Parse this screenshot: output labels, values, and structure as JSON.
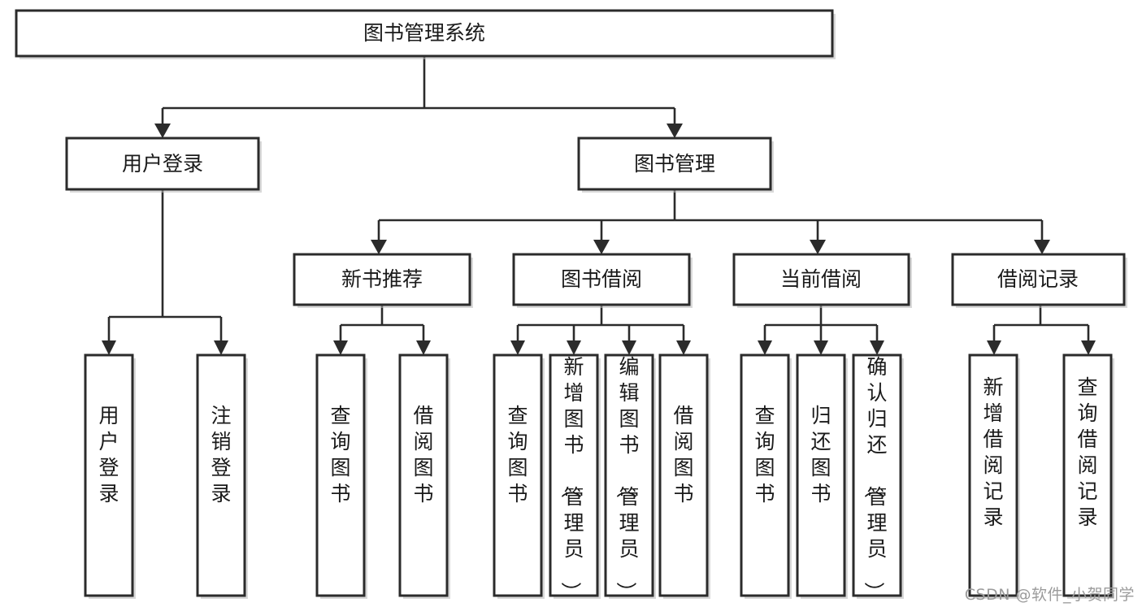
{
  "diagram": {
    "title": "图书管理系统",
    "type": "tree",
    "watermark": "CSDN @软件_小贺同学",
    "colors": {
      "box_stroke": "#2b2b2b",
      "box_fill": "#ffffff",
      "connector": "#2b2b2b",
      "text": "#1a1a1a",
      "watermark": "#9b9b9b",
      "background": "#ffffff"
    },
    "levels": {
      "root": "图书管理系统",
      "level2": [
        "用户登录",
        "图书管理"
      ],
      "level3": [
        "新书推荐",
        "图书借阅",
        "当前借阅",
        "借阅记录"
      ]
    },
    "nodes": {
      "root": {
        "label": "图书管理系统"
      },
      "user_login": {
        "label": "用户登录"
      },
      "book_manage": {
        "label": "图书管理"
      },
      "new_book_rec": {
        "label": "新书推荐"
      },
      "book_borrow": {
        "label": "图书借阅"
      },
      "current_borrow": {
        "label": "当前借阅"
      },
      "borrow_record": {
        "label": "借阅记录"
      }
    },
    "leaves": {
      "user_login": [
        {
          "label": "用户登录"
        },
        {
          "label": "注销登录"
        }
      ],
      "new_book_rec": [
        {
          "label": "查询图书"
        },
        {
          "label": "借阅图书"
        }
      ],
      "book_borrow": [
        {
          "label": "查询图书"
        },
        {
          "label": "新增图书（管理员）"
        },
        {
          "label": "编辑图书（管理员）"
        },
        {
          "label": "借阅图书"
        }
      ],
      "current_borrow": [
        {
          "label": "查询图书"
        },
        {
          "label": "归还图书"
        },
        {
          "label": "确认归还（管理员）"
        }
      ],
      "borrow_record": [
        {
          "label": "新增借阅记录"
        },
        {
          "label": "查询借阅记录"
        }
      ]
    }
  }
}
